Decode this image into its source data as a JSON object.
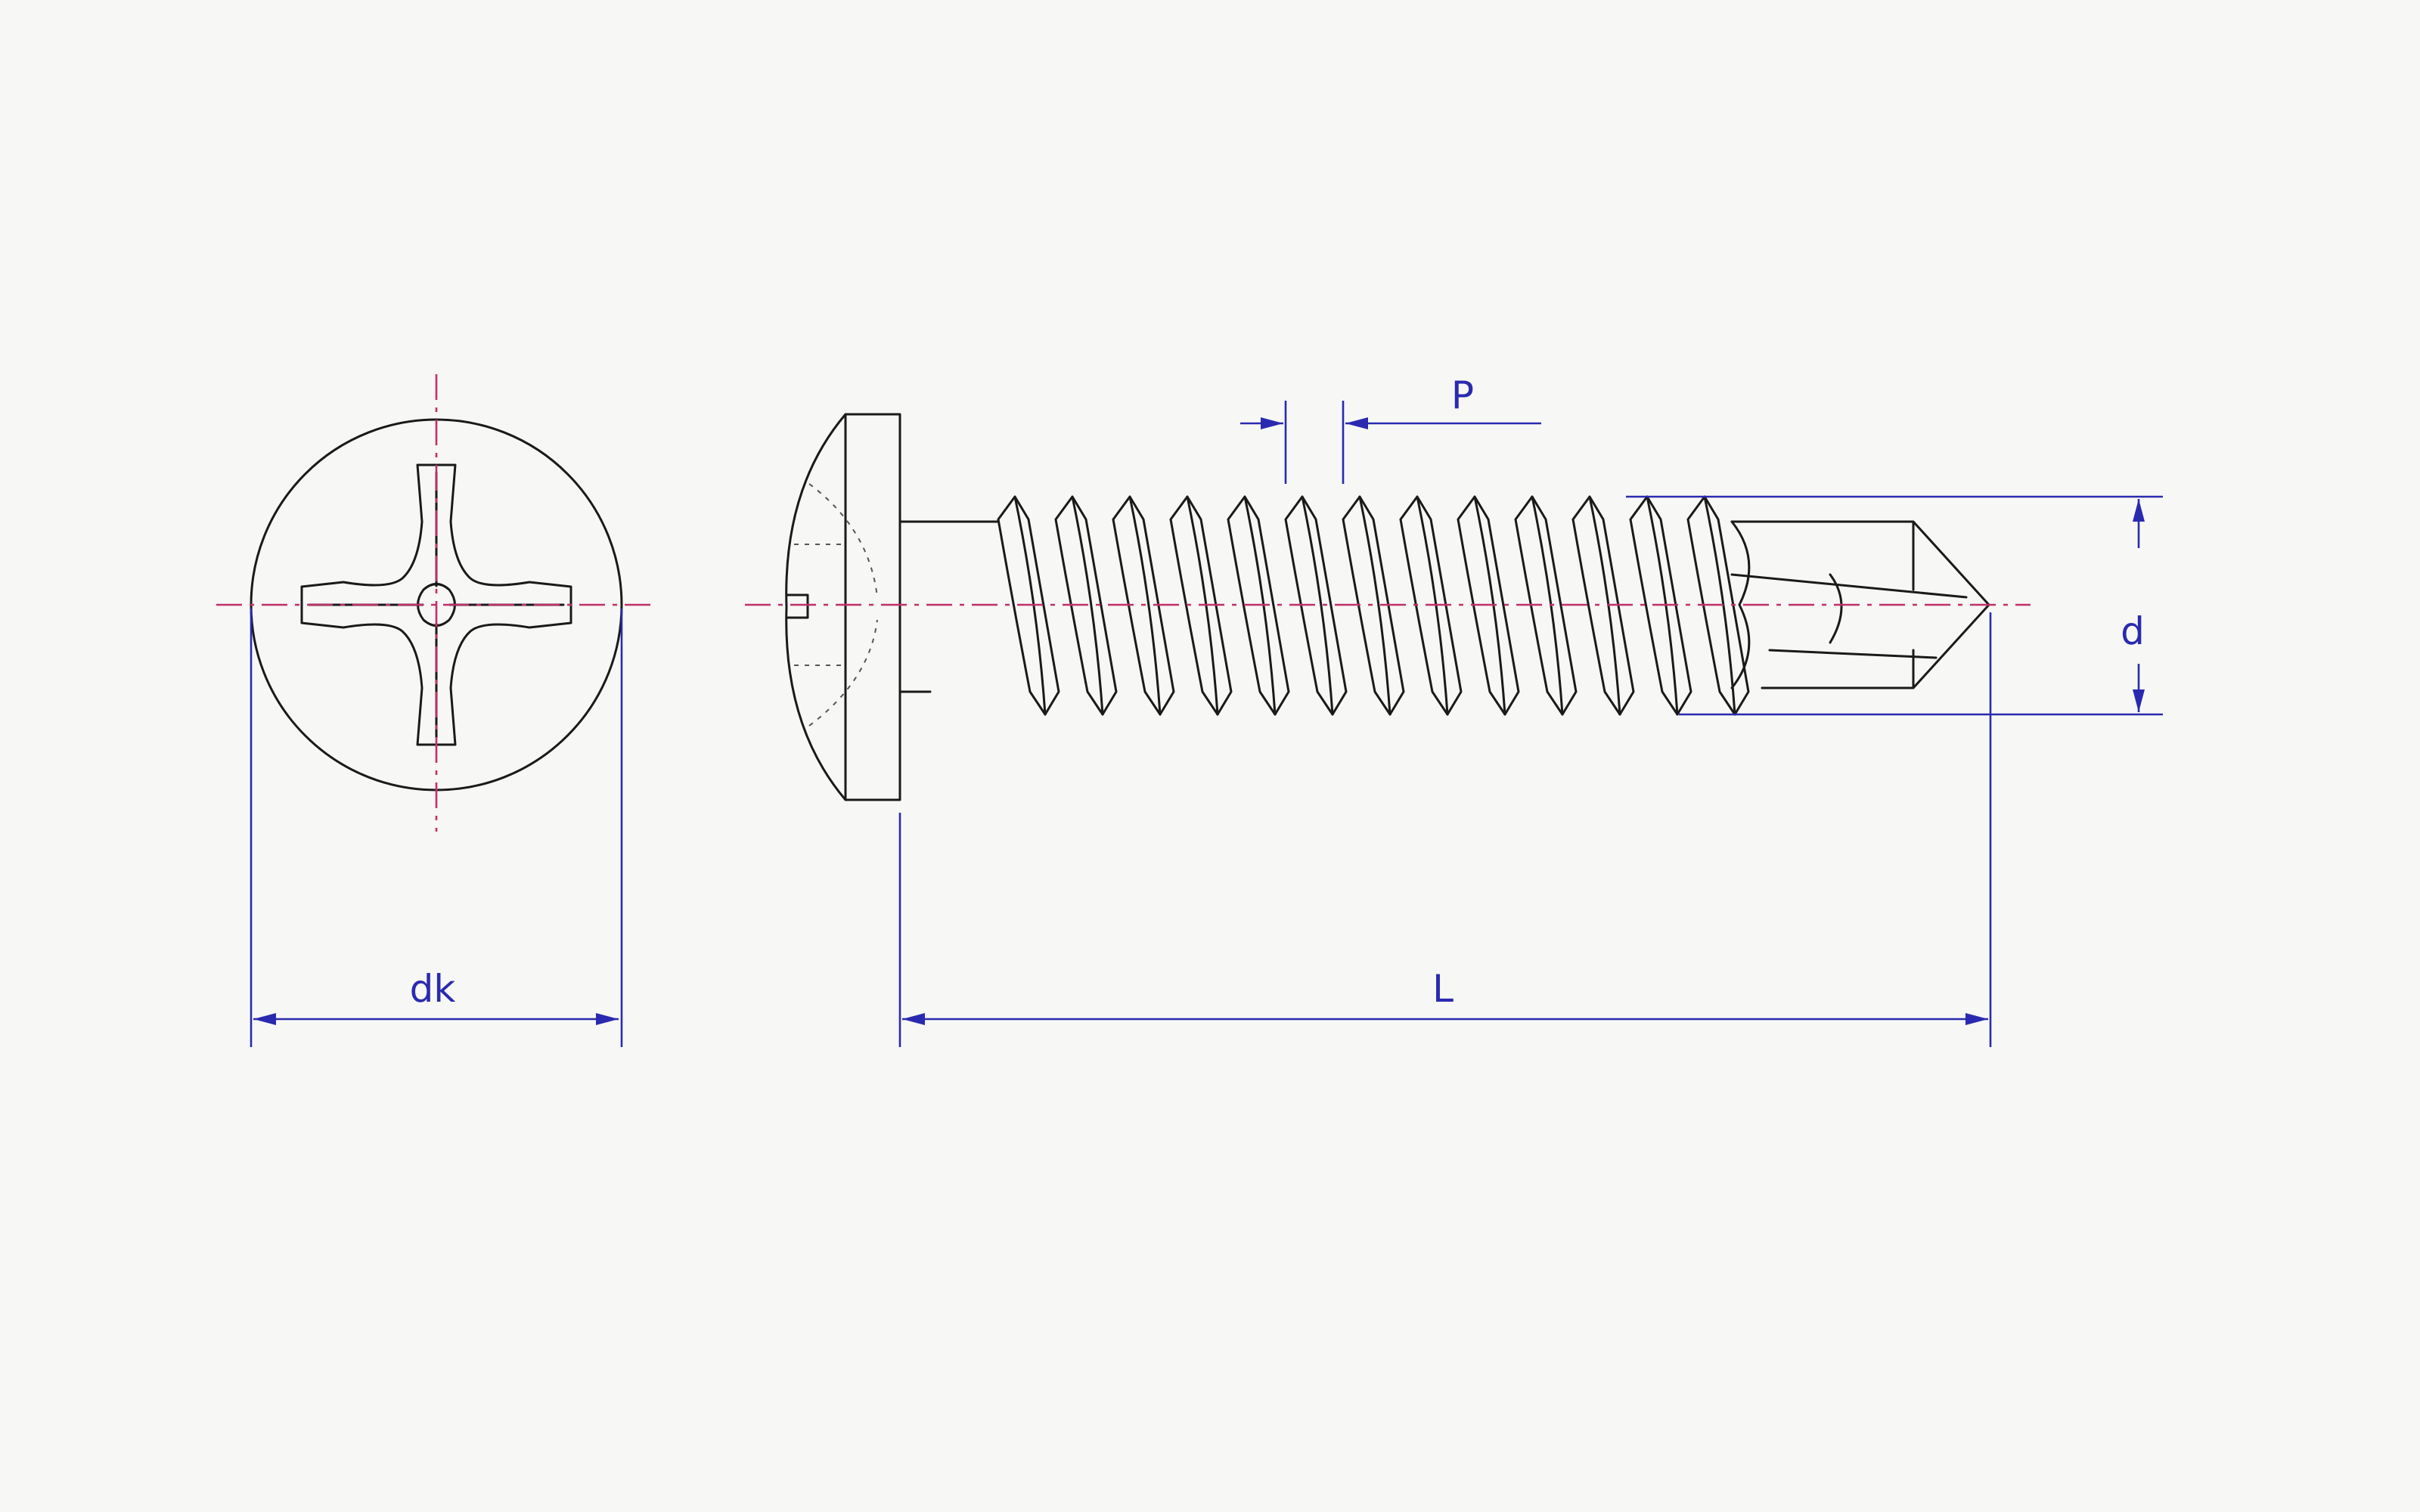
{
  "labels": {
    "dk": "dk",
    "L": "L",
    "P": "P",
    "d": "d"
  },
  "colors": {
    "outline": "#1a1a1a",
    "centerline": "#c0306a",
    "dimension": "#2a2ab0",
    "background": "#f7f7f5"
  }
}
